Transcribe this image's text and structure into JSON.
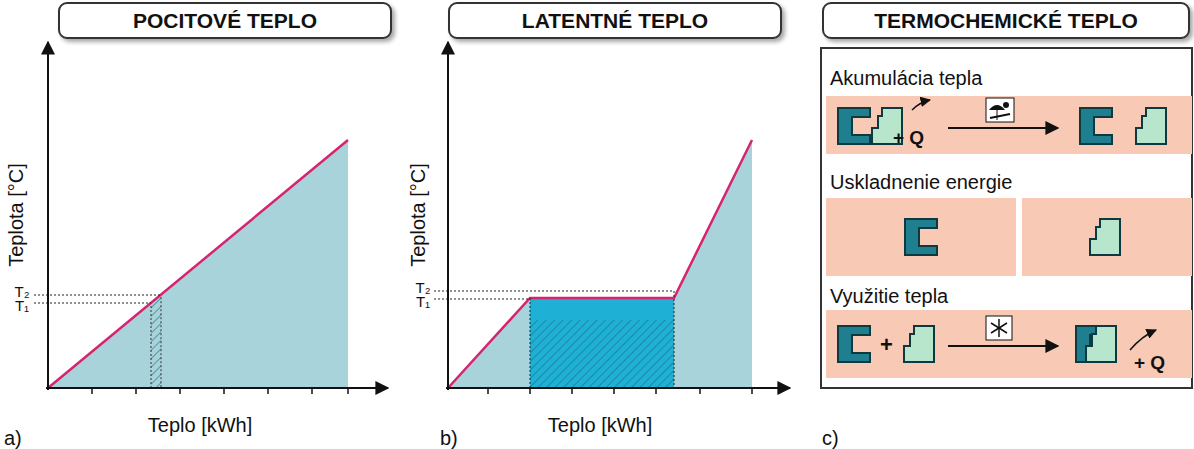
{
  "diagram": {
    "nodes": [
      {
        "text": [
          "POCITOVÉ TEPLO"
        ]
      },
      {
        "text": [
          "LATENTNÉ TEPLO"
        ]
      },
      {
        "text": [
          "TERMOCHEMICKÉ TEPLO"
        ]
      }
    ],
    "labels": [
      "Teplota [°C]",
      "T₂",
      "T₁",
      "Teplo [kWh]",
      "a)",
      "Teplota [°C]",
      "T₂",
      "T₁",
      "Teplo [kWh]",
      "b)",
      "Akumulácia tepla",
      "+ Q",
      "Uskladnenie energie",
      "Využitie tepla",
      "+",
      "+ Q",
      "c)"
    ]
  }
}
